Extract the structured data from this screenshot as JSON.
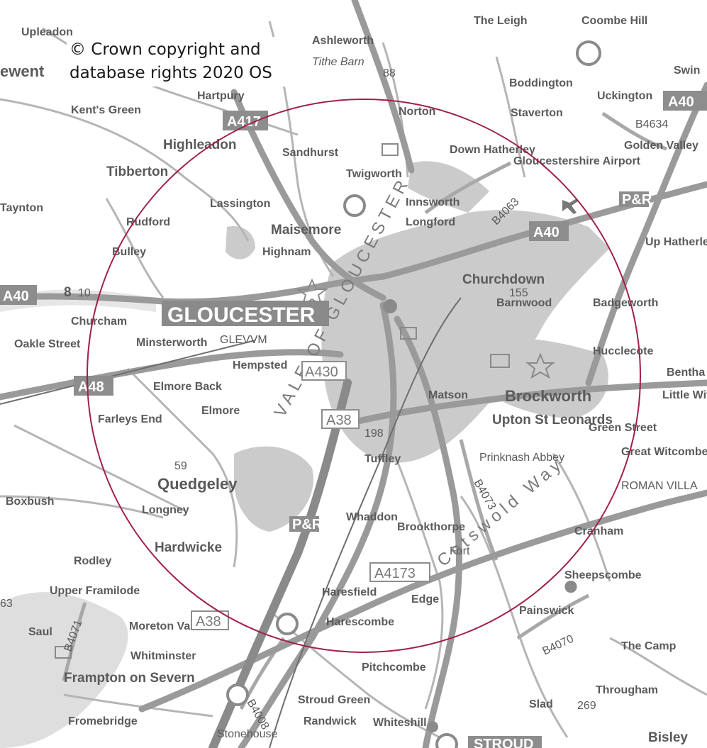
{
  "copyright": {
    "line1": "© Crown copyright and",
    "line2": "database rights 2020 OS"
  },
  "colors": {
    "circle": "#a0204a",
    "urban": "#c8c8c8",
    "road_major": "#9a9a9a",
    "water": "#d9d9d9"
  },
  "city": {
    "name": "GLOUCESTER"
  },
  "roads": {
    "a417": "A417",
    "a40_ne": "A40",
    "a40_mid": "A40",
    "a40_w": "A40",
    "a48": "A48",
    "a430": "A430",
    "a38": "A38",
    "a38_sw": "A38",
    "a4173": "A4173",
    "b4063": "B4063",
    "b4634": "B4634",
    "b4073": "B4073",
    "b4070": "B4070",
    "b4008": "B4008",
    "b4071": "B4071",
    "pr1": "P&R",
    "pr2": "P&R",
    "stroud": "STROUD"
  },
  "places": {
    "upleadon": "Upleadon",
    "ewent": "ewent",
    "ashleworth": "Ashleworth",
    "tithe_barn": "Tithe Barn",
    "the_leigh": "The Leigh",
    "coombe_hill": "Coombe Hill",
    "boddington": "Boddington",
    "uckington": "Uckington",
    "swin": "Swin",
    "hartpury": "Hartpury",
    "kents_green": "Kent's Green",
    "norton": "Norton",
    "staverton": "Staverton",
    "highleadon": "Highleadon",
    "sandhurst": "Sandhurst",
    "down_hatherley": "Down Hatherley",
    "gloucestershire_airport": "Gloucestershire Airport",
    "golden_valley": "Golden Valley",
    "tibberton": "Tibberton",
    "twigworth": "Twigworth",
    "taynton": "Taynton",
    "lassington": "Lassington",
    "innsworth": "Innsworth",
    "longford": "Longford",
    "up_hatherley": "Up Hatherle",
    "rudford": "Rudford",
    "maisemore": "Maisemore",
    "highnam": "Highnam",
    "bulley": "Bulley",
    "churchdown": "Churchdown",
    "barnwood": "Barnwood",
    "badgeworth": "Badgeworth",
    "churcham": "Churcham",
    "minsterworth": "Minsterworth",
    "glevvm": "GLEVVM",
    "hucclecote": "Hucclecote",
    "oakle_street": "Oakle Street",
    "hempsted": "Hempsted",
    "bentham": "Bentha",
    "elmore_back": "Elmore Back",
    "elmore": "Elmore",
    "matson": "Matson",
    "brockworth": "Brockworth",
    "little_witcombe": "Little Witcon",
    "farleys_end": "Farleys End",
    "upton_st_leonards": "Upton St Leonards",
    "green_street": "Green Street",
    "great_witcombe": "Great Witcombe",
    "tuffley": "Tuffley",
    "prinknash_abbey": "Prinknash Abbey",
    "roman_villa": "ROMAN VILLA",
    "quedgeley": "Quedgeley",
    "boxbush": "Boxbush",
    "whaddon": "Whaddon",
    "longney": "Longney",
    "brookthorpe": "Brookthorpe",
    "cranham": "Cranham",
    "hardwicke": "Hardwicke",
    "fort": "Fort",
    "rodley": "Rodley",
    "sheepscombe": "Sheepscombe",
    "upper_framilode": "Upper Framilode",
    "haresfield": "Haresfield",
    "edge": "Edge",
    "painswick": "Painswick",
    "saul": "Saul",
    "moreton_valence": "Moreton Valence",
    "harescombe": "Harescombe",
    "whitminster": "Whitminster",
    "the_camp": "The Camp",
    "frampton_on_severn": "Frampton on Severn",
    "pitchcombe": "Pitchcombe",
    "througham": "Througham",
    "stroud_green": "Stroud Green",
    "slad": "Slad",
    "fromebridge": "Fromebridge",
    "randwick": "Randwick",
    "whiteshill": "Whiteshill",
    "stonehouse": "Stonehouse",
    "bisley": "Bisley",
    "cotswold_way": "Cotswold Way",
    "vale_of_gloucester": "VALE OF GLOUCESTER"
  },
  "spot_heights": {
    "h88": "88",
    "h155": "155",
    "h198": "198",
    "h59": "59",
    "h269": "269",
    "h63": "63",
    "h8": "8",
    "h10": "10"
  }
}
